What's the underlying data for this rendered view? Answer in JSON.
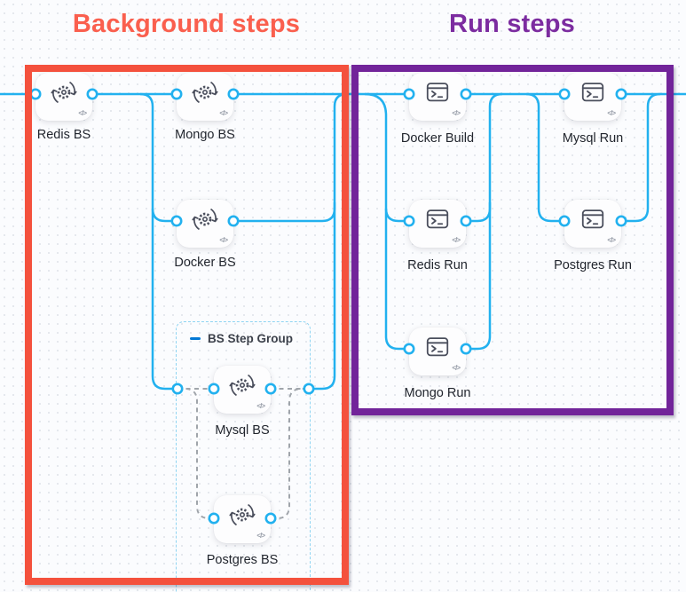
{
  "titles": {
    "background": {
      "label": "Background steps",
      "color": "#FA5F4E"
    },
    "run": {
      "label": "Run steps",
      "color": "#7C2CA0"
    }
  },
  "step_group": {
    "label": "BS Step Group",
    "collapse_icon": "minus-icon"
  },
  "steps": {
    "background": [
      {
        "id": "redis_bs",
        "label": "Redis BS",
        "icon": "background-step-icon",
        "in_group": false
      },
      {
        "id": "mongo_bs",
        "label": "Mongo BS",
        "icon": "background-step-icon",
        "in_group": false
      },
      {
        "id": "docker_bs",
        "label": "Docker BS",
        "icon": "background-step-icon",
        "in_group": false
      },
      {
        "id": "mysql_bs",
        "label": "Mysql BS",
        "icon": "background-step-icon",
        "in_group": true
      },
      {
        "id": "postgres_bs",
        "label": "Postgres BS",
        "icon": "background-step-icon",
        "in_group": true
      }
    ],
    "run": [
      {
        "id": "docker_build",
        "label": "Docker Build",
        "icon": "run-step-icon"
      },
      {
        "id": "mysql_run",
        "label": "Mysql Run",
        "icon": "run-step-icon"
      },
      {
        "id": "redis_run",
        "label": "Redis Run",
        "icon": "run-step-icon"
      },
      {
        "id": "postgres_run",
        "label": "Postgres Run",
        "icon": "run-step-icon"
      },
      {
        "id": "mongo_run",
        "label": "Mongo Run",
        "icon": "run-step-icon"
      }
    ]
  },
  "edges": [
    [
      "start",
      "redis_bs"
    ],
    [
      "redis_bs",
      "mongo_bs"
    ],
    [
      "redis_bs",
      "docker_bs"
    ],
    [
      "redis_bs",
      "bs_step_group"
    ],
    [
      "bs_step_group.in",
      "mysql_bs"
    ],
    [
      "bs_step_group.in",
      "postgres_bs"
    ],
    [
      "mysql_bs",
      "bs_step_group.out"
    ],
    [
      "postgres_bs",
      "bs_step_group.out"
    ],
    [
      "mongo_bs",
      "join_1"
    ],
    [
      "docker_bs",
      "join_1"
    ],
    [
      "bs_step_group",
      "join_1"
    ],
    [
      "join_1",
      "docker_build"
    ],
    [
      "join_1",
      "redis_run"
    ],
    [
      "join_1",
      "mongo_run"
    ],
    [
      "docker_build",
      "join_2"
    ],
    [
      "redis_run",
      "join_2"
    ],
    [
      "mongo_run",
      "join_2"
    ],
    [
      "join_2",
      "mysql_run"
    ],
    [
      "join_2",
      "postgres_run"
    ],
    [
      "mysql_run",
      "end"
    ],
    [
      "postgres_run",
      "end"
    ]
  ],
  "ui": {
    "code_glyph": "</>"
  },
  "colors": {
    "edge": "#22B1EF",
    "dashed_edge": "#A0A5AB",
    "port_fill": "#FFFFFF",
    "group_border": "#8FD4F2",
    "group_collapse_dash": "#0278D5",
    "annotation_background_box": "#F4513D",
    "annotation_run_box": "#72249A",
    "card_icon": "#4A4E5C",
    "node_label_text": "#22262E"
  }
}
